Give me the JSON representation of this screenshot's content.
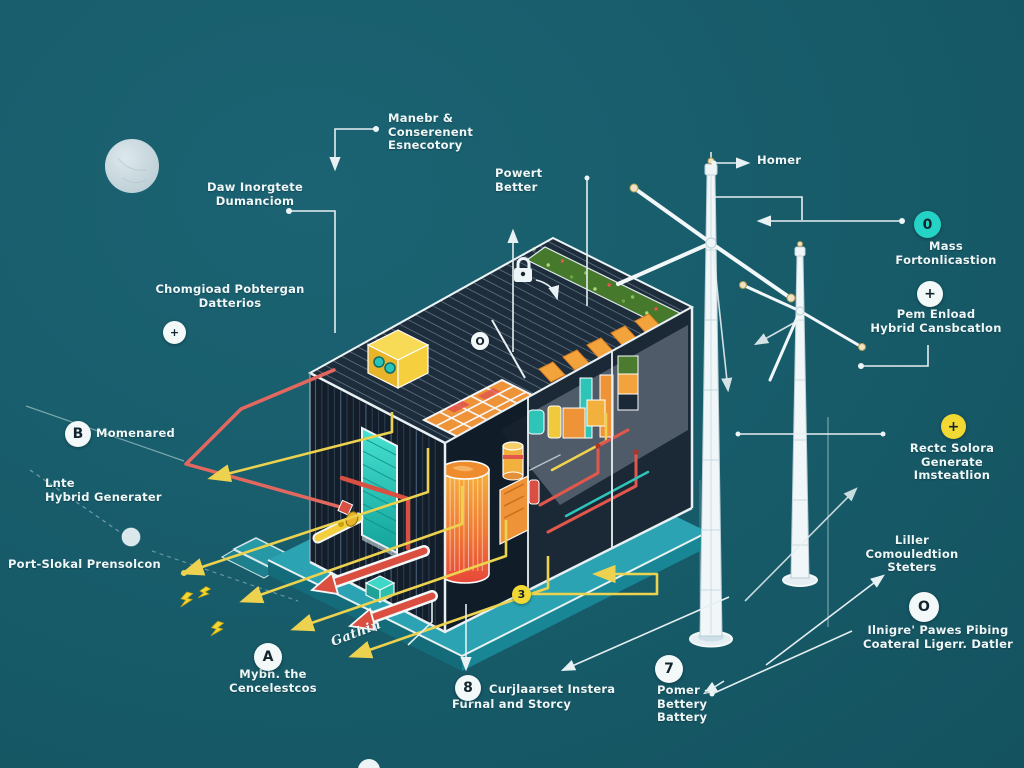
{
  "scene": {
    "description": "Isometric cutaway illustration of a hybrid power generator container with two wind turbines and annotation callouts",
    "palette": {
      "background": "#175b69",
      "label_text": "#eff6f6",
      "connector_line": "#e5eff1",
      "yellow_line": "#ecd24e",
      "salmon_wire": "#e2685f",
      "container_dark": "#141f2c",
      "door_teal": "#2fd3c4",
      "platform_teal": "#2ba3b2",
      "tank_orange": "#f0923a",
      "tank_red": "#e8473a",
      "roof_green": "#47792c",
      "badge_teal": "#25d3c6",
      "badge_yellow": "#f2d832",
      "red_arrow": "#db4f41"
    }
  },
  "labels": {
    "manebr": [
      "Manebr &",
      "Conserenent",
      "Esnecotory"
    ],
    "powert": [
      "Powert",
      "Better"
    ],
    "daw": [
      "Daw Inorgtete",
      "Dumanciom"
    ],
    "chomgioad": [
      "Chomgioad Pobtergan",
      "Datterios"
    ],
    "momenared": [
      "Momenared"
    ],
    "lnte": [
      "Lnte",
      "Hybrid Generater"
    ],
    "port_slokal": [
      "Port-Slokal Prensolcon"
    ],
    "mybn": [
      "Mybn. the",
      "Cencelestcos"
    ],
    "gathin": [
      "Gathin"
    ],
    "curjlaarset": [
      "Curjlaarset Instera",
      "Furnal and Storcy"
    ],
    "pomer": [
      "Pomer -",
      "Bettery",
      "Battery"
    ],
    "homer": [
      "Homer"
    ],
    "mass": [
      "Mass",
      "Fortonlicastion"
    ],
    "pem": [
      "Pem Enload",
      "Hybrid Cansbcatlon"
    ],
    "rectc": [
      "Rectc Solora",
      "Generate",
      "Imsteatlion"
    ],
    "liller": [
      "Liller",
      "Comouledtion",
      "Steters"
    ],
    "ilnigre": [
      "Ilnigre' Pawes Pibing",
      "Coateral Ligerr. Datler"
    ]
  },
  "badges": {
    "momenared": "B",
    "plus_left": "+",
    "mybn": "A",
    "three": "3",
    "o_small": "O",
    "curjlaarset": "8",
    "pomer": "7",
    "mass": "0",
    "pem": "+",
    "rectc": "+",
    "ilnigre": "O"
  }
}
